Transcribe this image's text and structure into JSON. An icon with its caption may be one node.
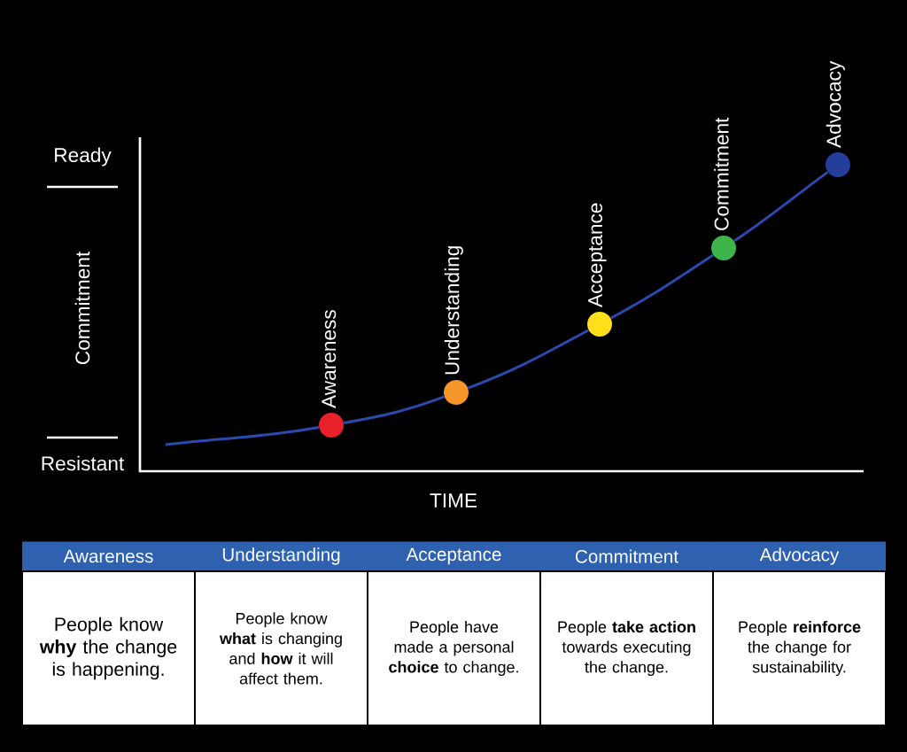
{
  "diagram": {
    "nodes": [
      {
        "text": [
          "Awareness"
        ]
      },
      {
        "text": [
          "Understanding"
        ]
      },
      {
        "text": [
          "Acceptance"
        ]
      },
      {
        "text": [
          "Commitment"
        ]
      },
      {
        "text": [
          "Advocacy"
        ]
      }
    ],
    "edges": [
      {
        "from": null,
        "to": 0,
        "arrow": "none"
      },
      {
        "from": 0,
        "to": 1,
        "arrow": "none"
      },
      {
        "from": 1,
        "to": 2,
        "arrow": "none"
      },
      {
        "from": 2,
        "to": 3,
        "arrow": "none"
      },
      {
        "from": 3,
        "to": 4,
        "arrow": "none"
      }
    ],
    "labels": [
      "Ready",
      "Commitment",
      "Resistant",
      "TIME",
      "Awareness",
      "Understanding",
      "Acceptance",
      "Commitment",
      "Advocacy",
      "People know **why** the change is happening.",
      "People know **what** is changing and **how** it will affect them.",
      "People have made a personal **choice** to change.",
      "People **take action** towards executing the change.",
      "People **reinforce** the change for sustainability."
    ]
  }
}
